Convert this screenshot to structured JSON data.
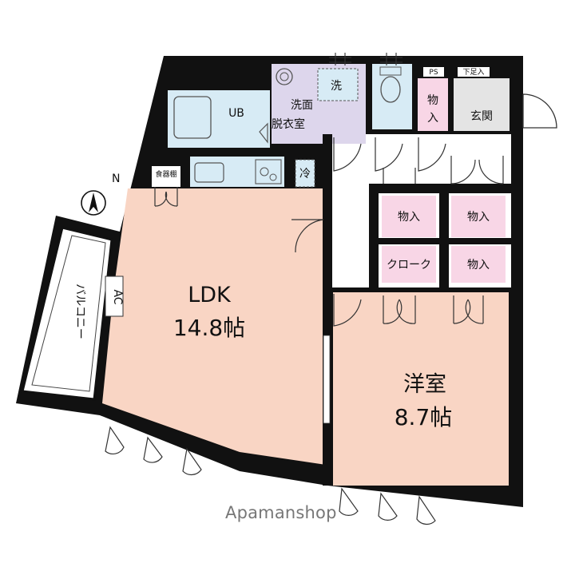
{
  "rooms": {
    "ldk_name": "LDK",
    "ldk_size": "14.8帖",
    "western_name": "洋室",
    "western_size": "8.7帖",
    "ub": "UB",
    "washroom_line1": "洗面",
    "washroom_line2": "脱衣室",
    "washer": "洗",
    "entrance": "玄関",
    "storage_top_line1": "物",
    "storage_top_line2": "入",
    "closet_1": "物入",
    "closet_2": "物入",
    "closet_3": "物入",
    "cloak": "クローク",
    "fridge": "冷",
    "cupboard": "食器棚",
    "ac": "AC",
    "balcony": "バルコニー",
    "ps": "PS",
    "shoe_box": "下足入"
  },
  "compass": {
    "north": "N"
  },
  "brand": "Apamanshop",
  "colors": {
    "wall": "#111111",
    "ldk_floor": "#f9d5c4",
    "wet_area": "#d7ebf5",
    "washroom": "#ddd6ec",
    "storage": "#f8d6e6",
    "entrance": "#e4e4e4",
    "hall": "#ffffff"
  }
}
